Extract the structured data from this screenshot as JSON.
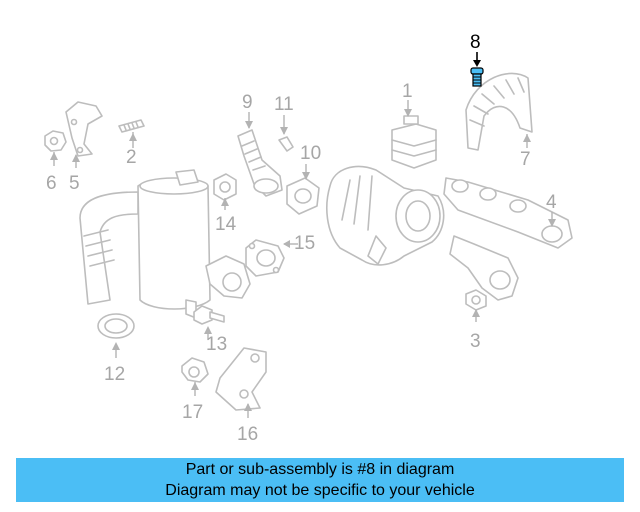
{
  "diagram": {
    "highlight_color": "#4bbef5",
    "highlighted_part": "8",
    "callouts": {
      "p1": "1",
      "p2": "2",
      "p3": "3",
      "p4": "4",
      "p5": "5",
      "p6": "6",
      "p7": "7",
      "p8": "8",
      "p9": "9",
      "p10": "10",
      "p11": "11",
      "p12": "12",
      "p13": "13",
      "p14": "14",
      "p15": "15",
      "p16": "16",
      "p17": "17"
    }
  },
  "banner": {
    "line1": "Part or sub-assembly is #8 in diagram",
    "line2": "Diagram may not be specific to your vehicle",
    "background": "#4bbef5"
  }
}
